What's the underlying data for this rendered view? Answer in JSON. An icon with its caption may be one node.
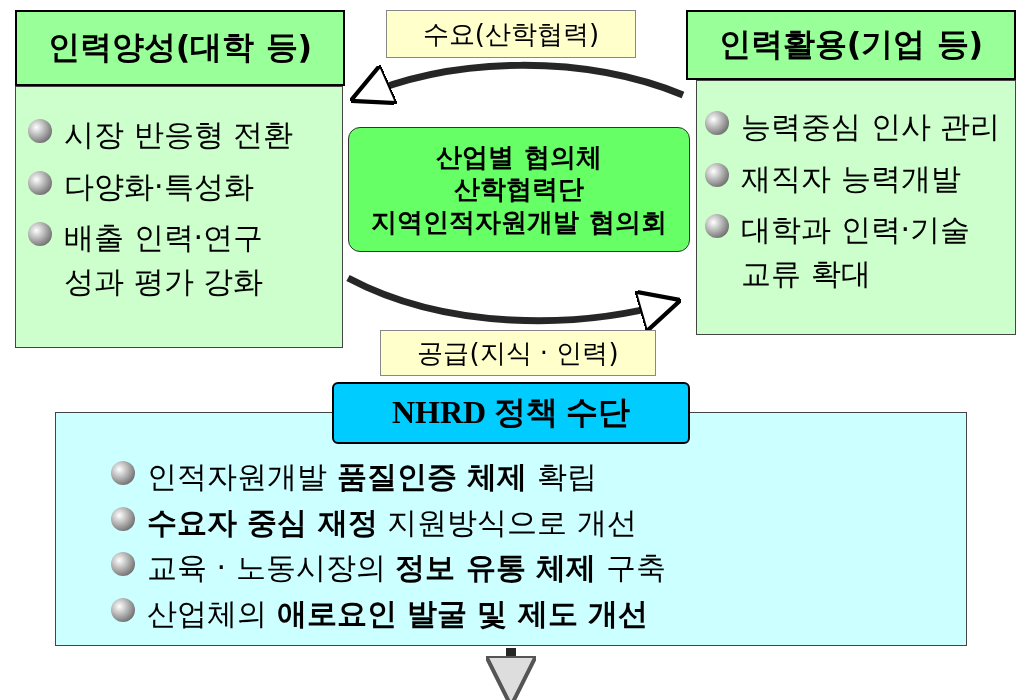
{
  "diagram": {
    "nodes": [
      {
        "text": [
          "인력양성(대학 등)",
          "시장 반응형 전환",
          "다양화·특성화",
          "배출 인력·연구 성과 평가 강화"
        ]
      },
      {
        "text": [
          "산업별 협의체",
          "산학협력단",
          "지역인적자원개발 협의회"
        ]
      },
      {
        "text": [
          "인력활용(기업 등)",
          "능력중심 인사 관리",
          "재직자 능력개발",
          "대학과 인력·기술 교류 확대"
        ]
      },
      {
        "text": [
          "NHRD 정책 수단",
          "인적자원개발 **품질인증 체제** 확립",
          "**수요자 중심 재정** 지원방식으로 개선",
          "교육 · 노동시장의 **정보 유통 체제** 구축",
          "산업체의 **애로요인 발굴 및 제도 개선**"
        ]
      }
    ],
    "edges": [
      {
        "from": 2,
        "to": 0,
        "arrow": "to",
        "label": "수요(산학협력)"
      },
      {
        "from": 0,
        "to": 2,
        "arrow": "to",
        "label": "공급(지식 · 인력)"
      },
      {
        "from": 3,
        "to": null,
        "arrow": "to"
      }
    ]
  }
}
